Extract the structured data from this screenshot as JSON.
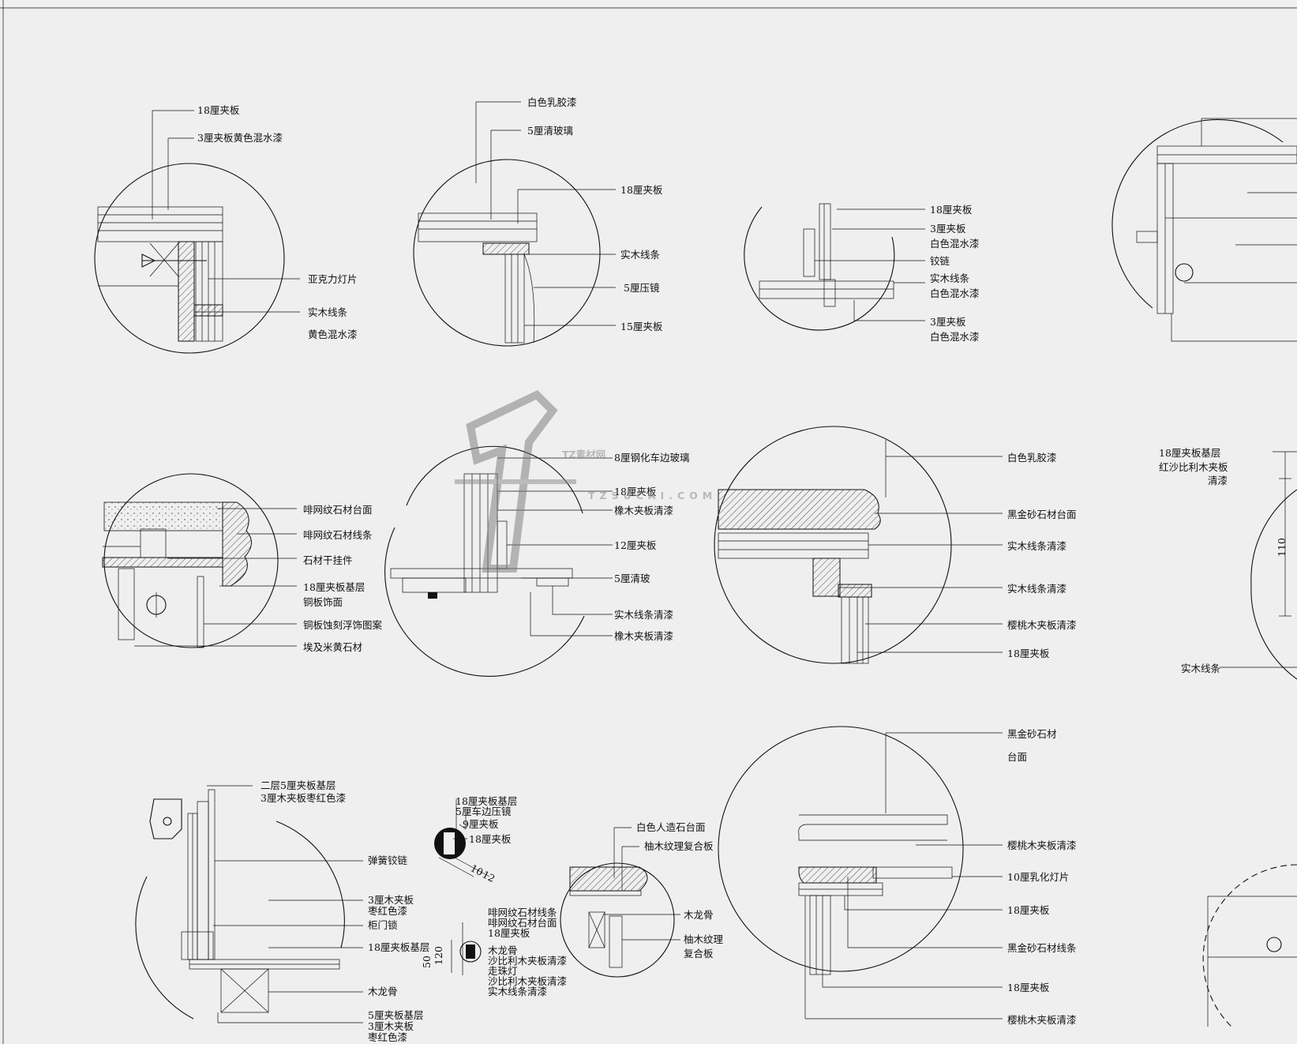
{
  "watermark": {
    "brand": "TZ素材网",
    "url": "TZSUCAI.COM"
  },
  "dimensions": {
    "d1": "110",
    "d2": "10",
    "d3": "12",
    "d4": "50",
    "d5": "120"
  },
  "labels": {
    "a1": "18厘夹板",
    "a2": "3厘夹板黄色混水漆",
    "a3": "亚克力灯片",
    "a4": "实木线条",
    "a5": "黄色混水漆",
    "b1": "白色乳胶漆",
    "b2": "5厘清玻璃",
    "b3": "18厘夹板",
    "b4": "实木线条",
    "b5": "5厘压镜",
    "b6": "15厘夹板",
    "c1": "18厘夹板",
    "c2a": "3厘夹板",
    "c2b": "白色混水漆",
    "c3": "铰链",
    "c4a": "实木线条",
    "c4b": "白色混水漆",
    "c5a": "3厘夹板",
    "c5b": "白色混水漆",
    "e1": "啡网纹石材台面",
    "e2": "啡网纹石材线条",
    "e3": "石材干挂件",
    "e4a": "18厘夹板基层",
    "e4b": "铜板饰面",
    "e5": "铜板蚀刻浮饰图案",
    "e6": "埃及米黄石材",
    "f1": "8厘钢化车边玻璃",
    "f2": "18厘夹板",
    "f3": "橡木夹板清漆",
    "f4": "12厘夹板",
    "f5": "5厘清玻",
    "f6": "实木线条清漆",
    "f7": "橡木夹板清漆",
    "g1": "白色乳胶漆",
    "g2": "黑金砂石材台面",
    "g3": "实木线条清漆",
    "g4": "实木线条清漆",
    "g5": "樱桃木夹板清漆",
    "g6": "18厘夹板",
    "h1a": "18厘夹板基层",
    "h1b": "红沙比利木夹板",
    "h1c": "清漆",
    "h2": "实木线条",
    "i1a": "二层5厘夹板基层",
    "i1b": "3厘木夹板枣红色漆",
    "i2": "弹簧铰链",
    "i3a": "3厘木夹板",
    "i3b": "枣红色漆",
    "i4": "柜门锁",
    "i5": "18厘夹板基层",
    "i6": "木龙骨",
    "i7a": "5厘夹板基层",
    "i7b": "3厘木夹板",
    "i7c": "枣红色漆",
    "j1": "18厘夹板基层",
    "j2": "5厘车边压镜",
    "j3": "9厘夹板",
    "j4": "18厘夹板",
    "k1": "啡网纹石材线条",
    "k2": "啡网纹石材台面",
    "k3": "18厘夹板",
    "k4": "木龙骨",
    "k5": "沙比利木夹板清漆",
    "k6": "走珠灯",
    "k7": "沙比利木夹板清漆",
    "k8": "实木线条清漆",
    "l1": "白色人造石台面",
    "l2": "柚木纹理复合板",
    "l3": "木龙骨",
    "l4a": "柚木纹理",
    "l4b": "复合板",
    "m1a": "黑金砂石材",
    "m1b": "台面",
    "m2": "樱桃木夹板清漆",
    "m3": "10厘乳化灯片",
    "m4": "18厘夹板",
    "m5": "黑金砂石材线条",
    "m6": "18厘夹板",
    "m7": "樱桃木夹板清漆"
  }
}
